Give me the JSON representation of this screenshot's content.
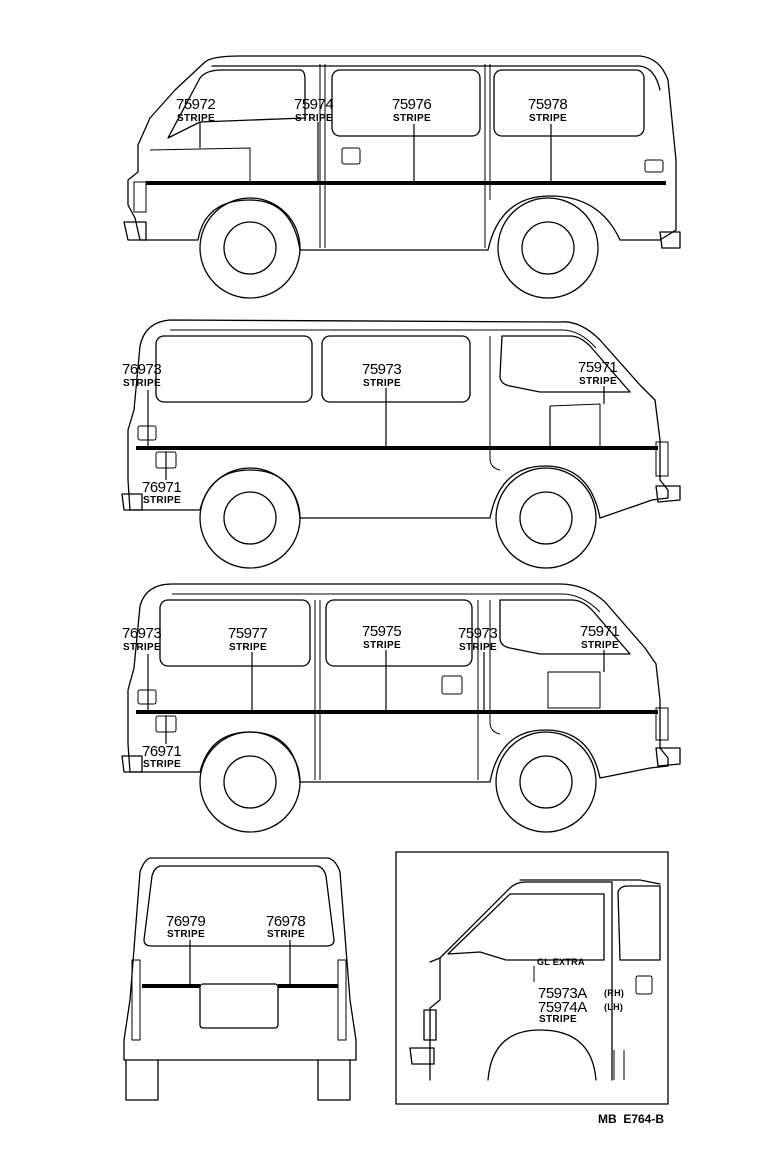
{
  "views": {
    "van1": {
      "callouts": [
        {
          "part": "75972",
          "desc": "STRIPE"
        },
        {
          "part": "75974",
          "desc": "STRIPE"
        },
        {
          "part": "75976",
          "desc": "STRIPE"
        },
        {
          "part": "75978",
          "desc": "STRIPE"
        }
      ]
    },
    "van2": {
      "callouts": [
        {
          "part": "76973",
          "desc": "STRIPE"
        },
        {
          "part": "75973",
          "desc": "STRIPE"
        },
        {
          "part": "75971",
          "desc": "STRIPE"
        },
        {
          "part": "76971",
          "desc": "STRIPE"
        }
      ]
    },
    "van3": {
      "callouts": [
        {
          "part": "76973",
          "desc": "STRIPE"
        },
        {
          "part": "75977",
          "desc": "STRIPE"
        },
        {
          "part": "75975",
          "desc": "STRIPE"
        },
        {
          "part": "75973",
          "desc": "STRIPE"
        },
        {
          "part": "75971",
          "desc": "STRIPE"
        },
        {
          "part": "76971",
          "desc": "STRIPE"
        }
      ]
    },
    "rear": {
      "callouts": [
        {
          "part": "76979",
          "desc": "STRIPE"
        },
        {
          "part": "76978",
          "desc": "STRIPE"
        }
      ]
    },
    "detail": {
      "grade": "GL EXTRA",
      "part_rh": "75973A",
      "side_rh": "(RH)",
      "part_lh": "75974A",
      "side_lh": "(LH)",
      "desc": "STRIPE"
    }
  },
  "footer": {
    "code": "MB  E764-B"
  }
}
